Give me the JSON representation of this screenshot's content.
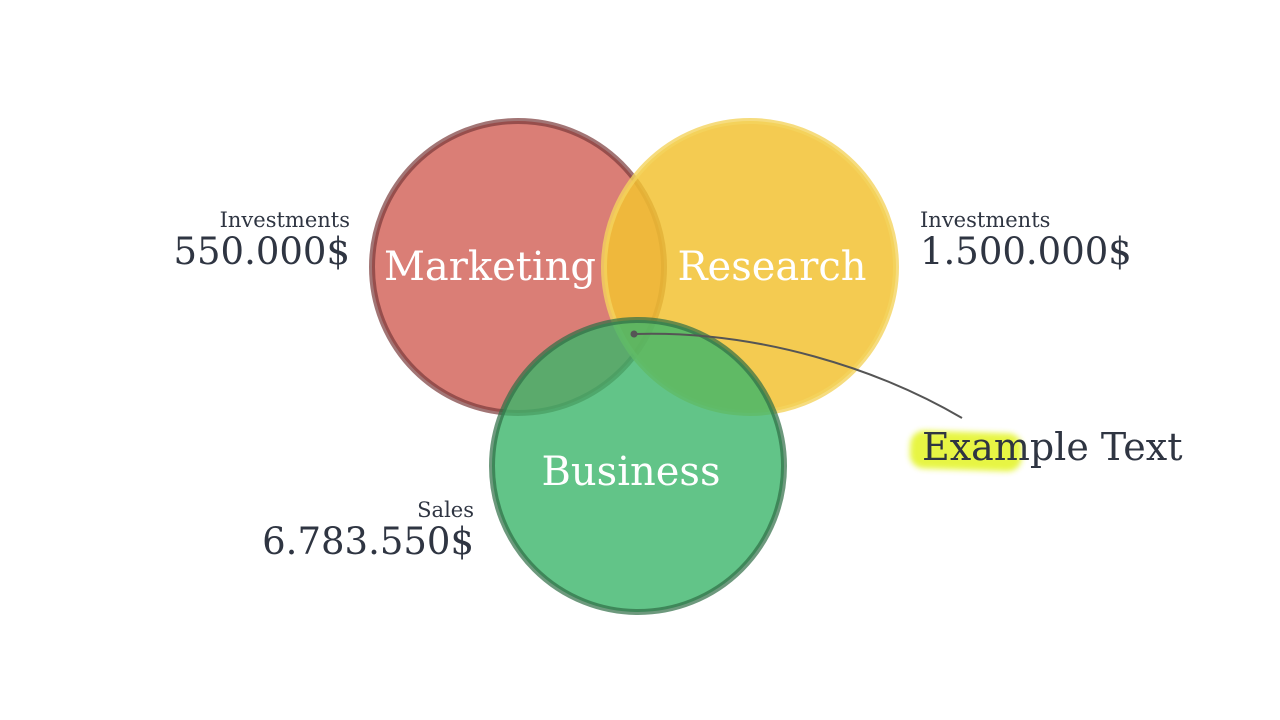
{
  "circles": [
    {
      "id": "marketing",
      "label": "Marketing",
      "fill": "#d4675e",
      "stroke": "#7b3a3a"
    },
    {
      "id": "research",
      "label": "Research",
      "fill": "#f2c232",
      "stroke": "#f4d35e"
    },
    {
      "id": "business",
      "label": "Business",
      "fill": "#3bb56a",
      "stroke": "#2f6e46"
    }
  ],
  "stats": {
    "marketing": {
      "label": "Investments",
      "value": "550.000$"
    },
    "research": {
      "label": "Investments",
      "value": "1.500.000$"
    },
    "business": {
      "label": "Sales",
      "value": "6.783.550$"
    }
  },
  "callout": {
    "text": "Example Text",
    "highlight_color": "#e6f53a",
    "line_color": "#555555"
  }
}
